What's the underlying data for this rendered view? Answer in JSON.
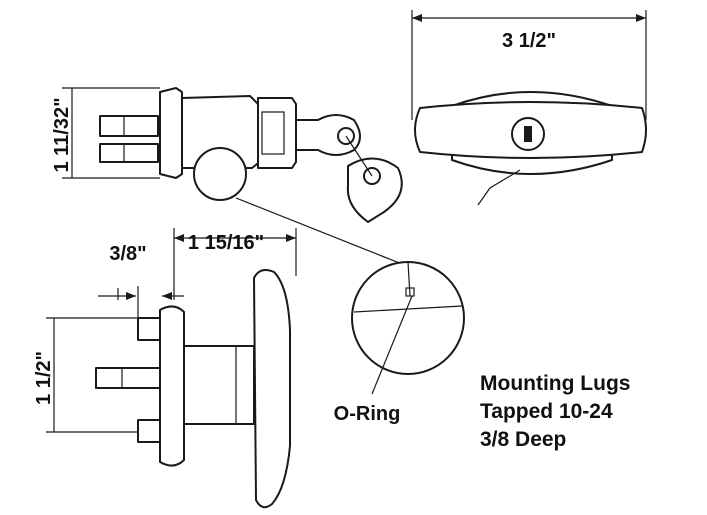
{
  "dimensions": {
    "top_width": "3 1/2\"",
    "body_height": "1 11/32\"",
    "lug_offset": "3/8\"",
    "depth": "1 15/16\"",
    "lug_spacing": "1 1/2\""
  },
  "callouts": {
    "o_ring": "O-Ring"
  },
  "notes": {
    "line1": "Mounting Lugs",
    "line2": "Tapped 10-24",
    "line3": "3/8 Deep"
  },
  "colors": {
    "ink": "#1a1a1a",
    "paper": "#ffffff"
  }
}
